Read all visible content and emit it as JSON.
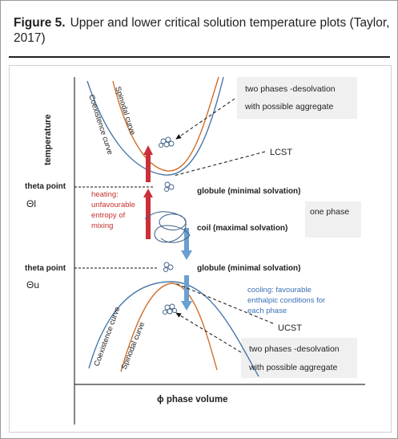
{
  "caption": {
    "label": "Figure 5.",
    "text": "Upper and lower critical solution temperature plots (Taylor, 2017)"
  },
  "diagram": {
    "y_axis_label": "temperature",
    "x_axis_label": "ϕ phase volume",
    "theta_point_upper_label": "theta point",
    "theta_l": "Θl",
    "theta_point_lower_label": "theta point",
    "theta_u": "Θu",
    "coexistence_top": "Coexistence curve",
    "spinodal_top": "Spinodal curve",
    "coexistence_bottom": "Coexistence curve",
    "spinodal_bottom": "Spinodal curve",
    "two_phases_top_1": "two phases -desolvation",
    "two_phases_top_2": "with possible aggregate",
    "lcst": "LCST",
    "globule_top": "globule (minimal solvation)",
    "one_phase": "one phase",
    "coil": "coil (maximal solvation)",
    "heating_1": "heating:",
    "heating_2": "unfavourable",
    "heating_3": "entropy of",
    "heating_4": "mixing",
    "globule_bottom": "globule (minimal solvation)",
    "cooling_1": "cooling: favourable",
    "cooling_2": "enthalpic conditions for",
    "cooling_3": "each phase",
    "ucst": "UCST",
    "two_phases_bottom_1": "two phases -desolvation",
    "two_phases_bottom_2": "with possible aggregate"
  },
  "colors": {
    "coexistence": "#4a78a8",
    "spinodal": "#d0702a",
    "heating_arrow": "#c9303a",
    "cooling_arrow": "#6a9fd0",
    "heating_text": "#c43030",
    "cooling_text": "#3a72b8",
    "label_box": "#f0f0f0"
  }
}
